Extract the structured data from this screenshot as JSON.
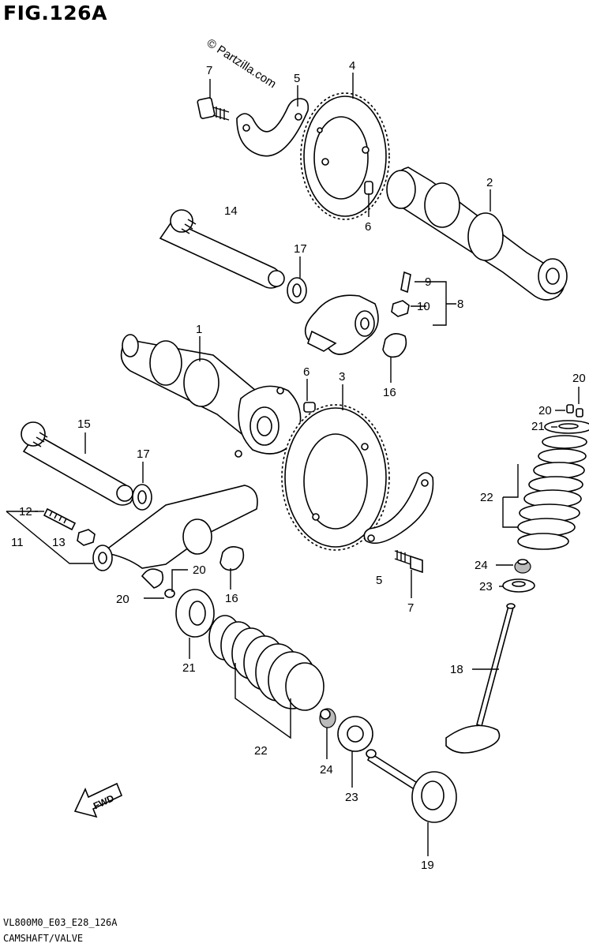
{
  "figure": {
    "title": "FIG.126A",
    "watermark": "© Partzilla.com",
    "code": "VL800M0_E03_E28_126A",
    "caption": "CAMSHAFT/VALVE",
    "fwd_label": "FWD"
  },
  "callouts": [
    {
      "id": "c1",
      "text": "1"
    },
    {
      "id": "c2",
      "text": "2"
    },
    {
      "id": "c3",
      "text": "3"
    },
    {
      "id": "c4",
      "text": "4"
    },
    {
      "id": "c5a",
      "text": "5"
    },
    {
      "id": "c5b",
      "text": "5"
    },
    {
      "id": "c6a",
      "text": "6"
    },
    {
      "id": "c6b",
      "text": "6"
    },
    {
      "id": "c7a",
      "text": "7"
    },
    {
      "id": "c7b",
      "text": "7"
    },
    {
      "id": "c8",
      "text": "8"
    },
    {
      "id": "c9",
      "text": "9"
    },
    {
      "id": "c10",
      "text": "10"
    },
    {
      "id": "c11",
      "text": "11"
    },
    {
      "id": "c12",
      "text": "12"
    },
    {
      "id": "c13",
      "text": "13"
    },
    {
      "id": "c14",
      "text": "14"
    },
    {
      "id": "c15",
      "text": "15"
    },
    {
      "id": "c16a",
      "text": "16"
    },
    {
      "id": "c16b",
      "text": "16"
    },
    {
      "id": "c17a",
      "text": "17"
    },
    {
      "id": "c17b",
      "text": "17"
    },
    {
      "id": "c18",
      "text": "18"
    },
    {
      "id": "c19",
      "text": "19"
    },
    {
      "id": "c20a",
      "text": "20"
    },
    {
      "id": "c20b",
      "text": "20"
    },
    {
      "id": "c20c",
      "text": "20"
    },
    {
      "id": "c20d",
      "text": "20"
    },
    {
      "id": "c21a",
      "text": "21"
    },
    {
      "id": "c21b",
      "text": "21"
    },
    {
      "id": "c22a",
      "text": "22"
    },
    {
      "id": "c22b",
      "text": "22"
    },
    {
      "id": "c23a",
      "text": "23"
    },
    {
      "id": "c23b",
      "text": "23"
    },
    {
      "id": "c24a",
      "text": "24"
    },
    {
      "id": "c24b",
      "text": "24"
    }
  ]
}
